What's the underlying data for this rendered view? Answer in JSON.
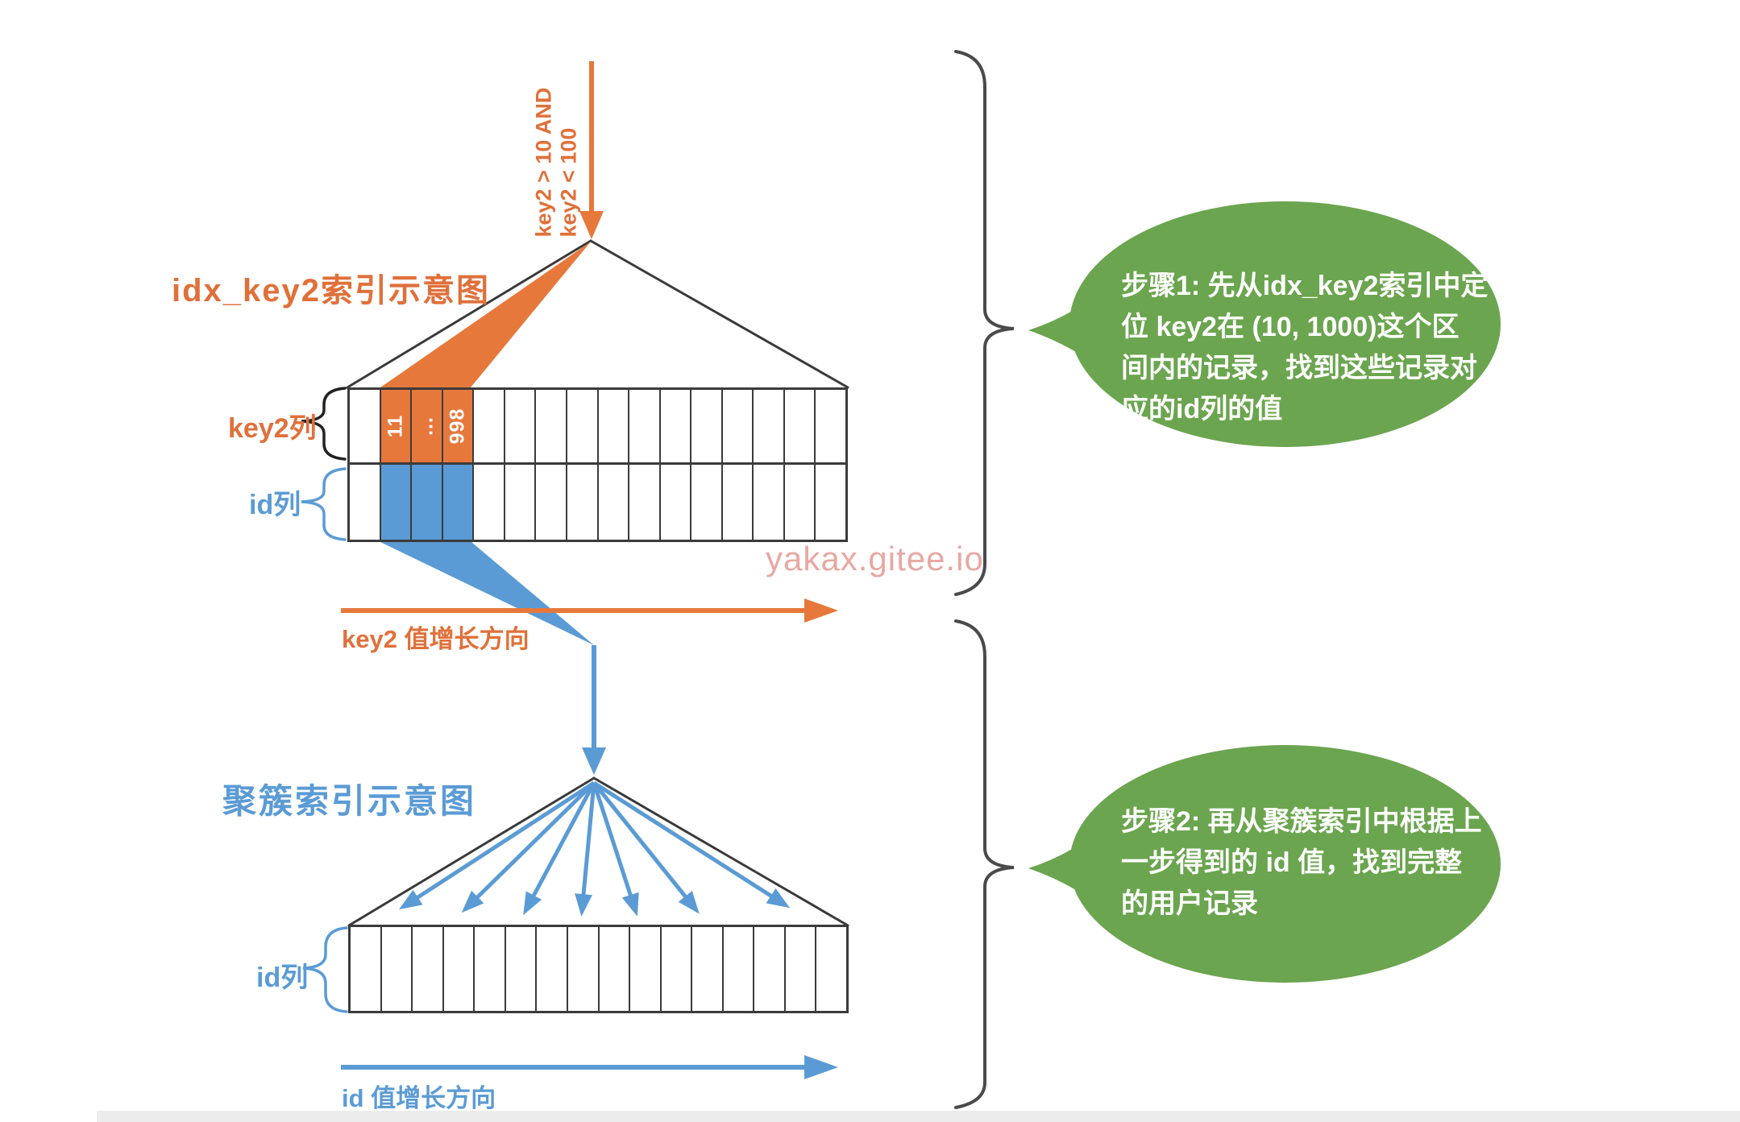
{
  "watermark": "yakax.gitee.io",
  "query_annotation": {
    "line1": "key2 > 10 AND",
    "line2": "key2 < 100"
  },
  "index_diagram": {
    "title": "idx_key2索引示意图",
    "key2_row_label": "key2列",
    "id_row_label": "id列",
    "highlighted_key2_values": [
      "11",
      "…",
      "998"
    ],
    "growth_label": "key2 值增长方向"
  },
  "clustered_diagram": {
    "title": "聚簇索引示意图",
    "id_row_label": "id列",
    "growth_label": "id 值增长方向"
  },
  "steps": [
    {
      "lines": [
        "步骤1: 先从idx_key2索引中定",
        "位 key2在 (10, 1000)这个区",
        "间内的记录，找到这些记录对",
        "应的id列的值"
      ]
    },
    {
      "lines": [
        "步骤2: 再从聚簇索引中根据上",
        "一步得到的 id 值，找到完整",
        "的用户记录"
      ]
    }
  ],
  "colors": {
    "orange": "#e6783c",
    "blue": "#5b9bd5",
    "green": "#6ba54f",
    "border_gray": "#3b3b3b",
    "watermark_pink": "#e8a8a3"
  }
}
